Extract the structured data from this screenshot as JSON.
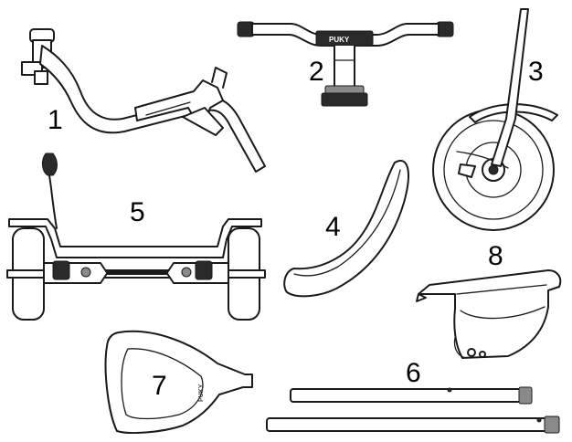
{
  "parts": [
    {
      "number": "1",
      "icon": "main-frame-icon"
    },
    {
      "number": "2",
      "icon": "handlebar-icon"
    },
    {
      "number": "3",
      "icon": "front-wheel-fork-icon"
    },
    {
      "number": "4",
      "icon": "seat-icon"
    },
    {
      "number": "5",
      "icon": "rear-axle-assembly-icon"
    },
    {
      "number": "6",
      "icon": "rod-pair-icon"
    },
    {
      "number": "7",
      "icon": "seat-backplate-icon"
    },
    {
      "number": "8",
      "icon": "mudguard-icon"
    }
  ],
  "brand_text": "PUKY"
}
